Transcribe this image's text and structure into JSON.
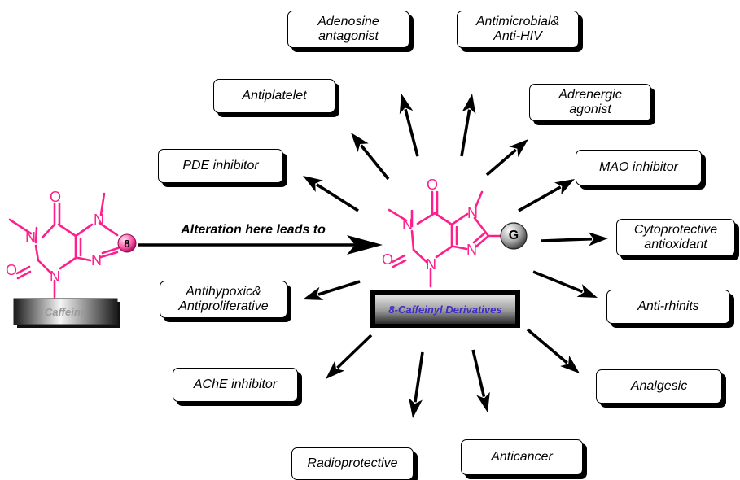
{
  "diagram": {
    "colors": {
      "molecule": "#ff1f8c",
      "derivative_label_text": "#3d2cc8",
      "arrows": "#000000"
    },
    "caffeine_label": "Caffeine",
    "position_marker": "8",
    "arrow_caption": "Alteration here leads to",
    "substituent_marker": "G",
    "derivatives_label": "8-Caffeinyl Derivatives",
    "atoms": {
      "oxygen": "O",
      "nitrogen": "N"
    },
    "activities": [
      "Adenosine\nantagonist",
      "Antimicrobial&\nAnti-HIV",
      "Antiplatelet",
      "Adrenergic\nagonist",
      "PDE inhibitor",
      "MAO inhibitor",
      "Cytoprotective\nantioxidant",
      "Antihypoxic&\nAntiproliferative",
      "Anti-rhinits",
      "AChE inhibitor",
      "Analgesic",
      "Radioprotective",
      "Anticancer"
    ]
  }
}
